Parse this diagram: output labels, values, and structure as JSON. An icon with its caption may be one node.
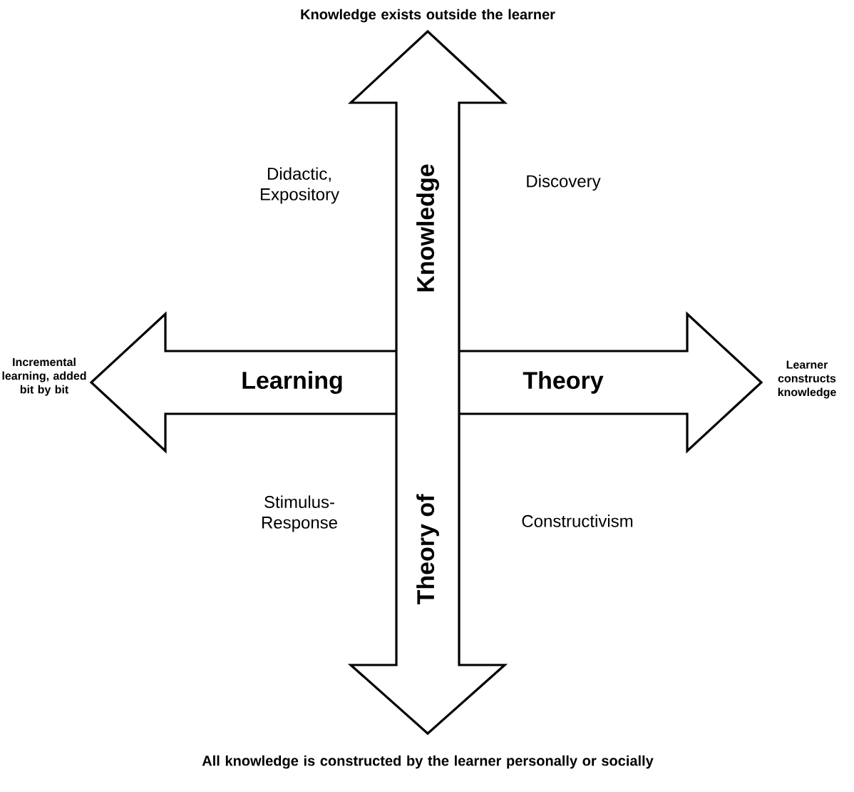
{
  "diagram": {
    "nodes": [
      {
        "text": [
          "Learning",
          "Theory"
        ],
        "beside": [
          "Incremental learning, added bit by bit",
          "Learner constructs knowledge"
        ]
      },
      {
        "text": [
          "Knowledge",
          "Theory of"
        ],
        "beside": [
          "Knowledge exists outside the learner",
          "All knowledge is constructed by the learner personally or socially"
        ]
      }
    ],
    "labels": [
      "Didactic, Expository",
      "Discovery",
      "Stimulus-Response",
      "Constructivism"
    ]
  }
}
